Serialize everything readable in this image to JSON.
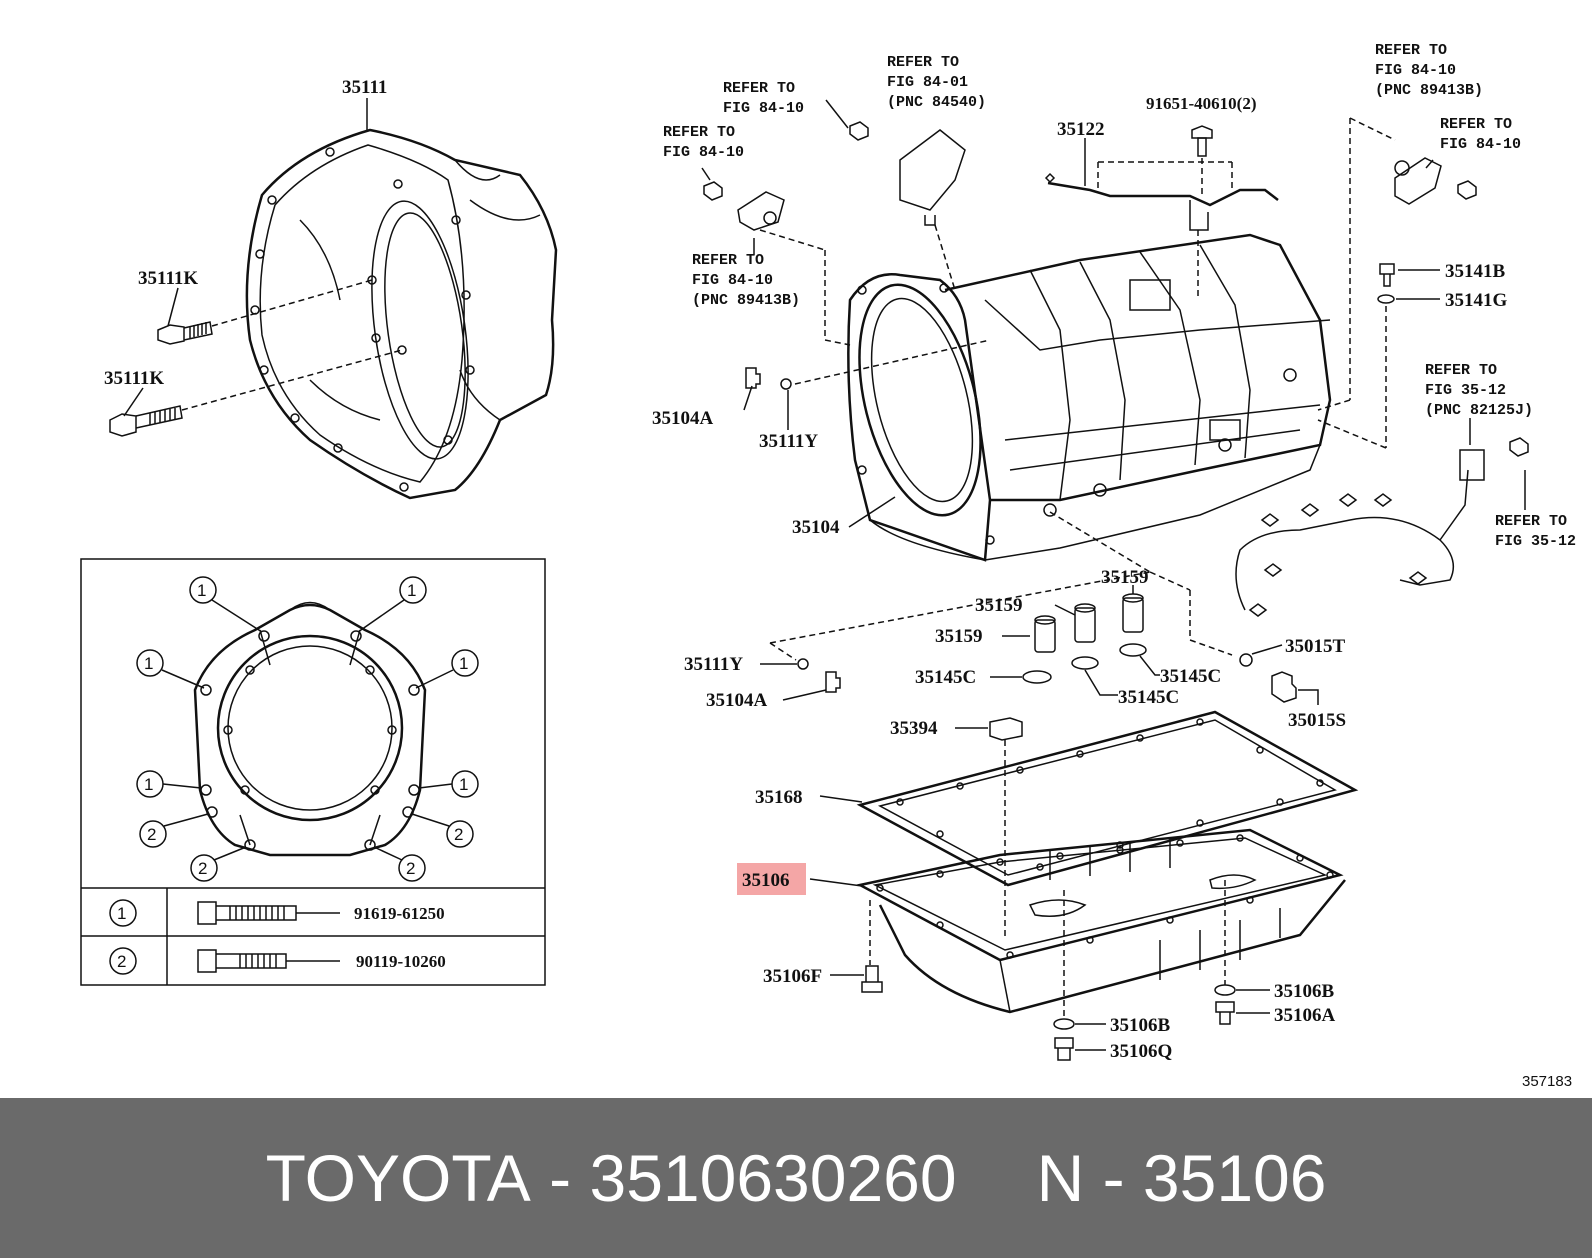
{
  "diagram": {
    "labels": {
      "p35111": "35111",
      "p35111k_a": "35111K",
      "p35111k_b": "35111K",
      "p35104a_top": "35104A",
      "p35111y_top": "35111Y",
      "p35104": "35104",
      "p35122": "35122",
      "p91651": "91651-40610(2)",
      "p35141b": "35141B",
      "p35141g": "35141G",
      "p35159_a": "35159",
      "p35159_b": "35159",
      "p35159_c": "35159",
      "p35111y_low": "35111Y",
      "p35104a_low": "35104A",
      "p35145c_a": "35145C",
      "p35145c_b": "35145C",
      "p35145c_c": "35145C",
      "p35015t": "35015T",
      "p35015s": "35015S",
      "p35394": "35394",
      "p35168": "35168",
      "p35106": "35106",
      "p35106f": "35106F",
      "p35106b_a": "35106B",
      "p35106a": "35106A",
      "p35106b_b": "35106B",
      "p35106q": "35106Q",
      "diagram_id": "357183"
    },
    "refs": {
      "r1": [
        "REFER TO",
        "FIG 84-10"
      ],
      "r2": [
        "REFER TO",
        "FIG 84-01",
        "(PNC 84540)"
      ],
      "r3": [
        "REFER TO",
        "FIG 84-10"
      ],
      "r4": [
        "REFER TO",
        "FIG 84-10",
        "(PNC 89413B)"
      ],
      "r5": [
        "REFER TO",
        "FIG 84-10",
        "(PNC 89413B)"
      ],
      "r6": [
        "REFER TO",
        "FIG 84-10"
      ],
      "r7": [
        "REFER TO",
        "FIG 35-12",
        "(PNC 82125J)"
      ],
      "r8": [
        "REFER TO",
        "FIG 35-12"
      ]
    },
    "bolt_table": {
      "rows": [
        {
          "key": "1",
          "part": "91619-61250"
        },
        {
          "key": "2",
          "part": "90119-10260"
        }
      ]
    },
    "highlight_color": "#f4a6a6"
  },
  "footer": {
    "brand": "TOYOTA",
    "sep1": "-",
    "part_number": "3510630260",
    "pos_prefix": "N",
    "sep2": "-",
    "position": "35106"
  }
}
